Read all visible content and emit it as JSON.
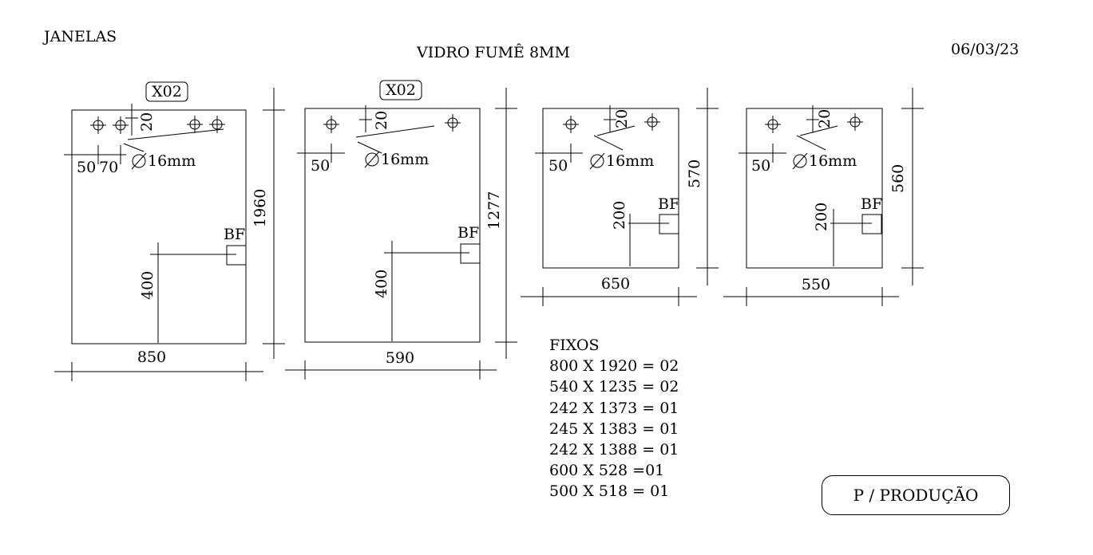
{
  "header": {
    "left": "JANELAS",
    "center": "VIDRO FUMÊ 8MM",
    "date": "06/03/23"
  },
  "panels": [
    {
      "tag": "X02",
      "width": "850",
      "height": "1960",
      "hole_offsets": [
        "50",
        "70"
      ],
      "hole_spacing": "20",
      "hole_diameter": "16mm",
      "bf_label": "BF",
      "bf_offset": "400"
    },
    {
      "tag": "X02",
      "width": "590",
      "height": "1277",
      "hole_offsets": [
        "50"
      ],
      "hole_spacing": "20",
      "hole_diameter": "16mm",
      "bf_label": "BF",
      "bf_offset": "400"
    },
    {
      "tag": "",
      "width": "650",
      "height": "570",
      "hole_offsets": [
        "50"
      ],
      "hole_spacing": "20",
      "hole_diameter": "16mm",
      "bf_label": "BF",
      "bf_offset": "200"
    },
    {
      "tag": "",
      "width": "550",
      "height": "560",
      "hole_offsets": [
        "50"
      ],
      "hole_spacing": "20",
      "hole_diameter": "16mm",
      "bf_label": "BF",
      "bf_offset": "200"
    }
  ],
  "fixos": {
    "title": "FIXOS",
    "items": [
      "800 X 1920 = 02",
      "540 X 1235 = 02",
      "242 X 1373 = 01",
      "245 X 1383 = 01",
      "242 X 1388 = 01",
      "600 X 528 =01",
      "500 X 518 = 01"
    ]
  },
  "stamp": "P / PRODUÇÃO"
}
